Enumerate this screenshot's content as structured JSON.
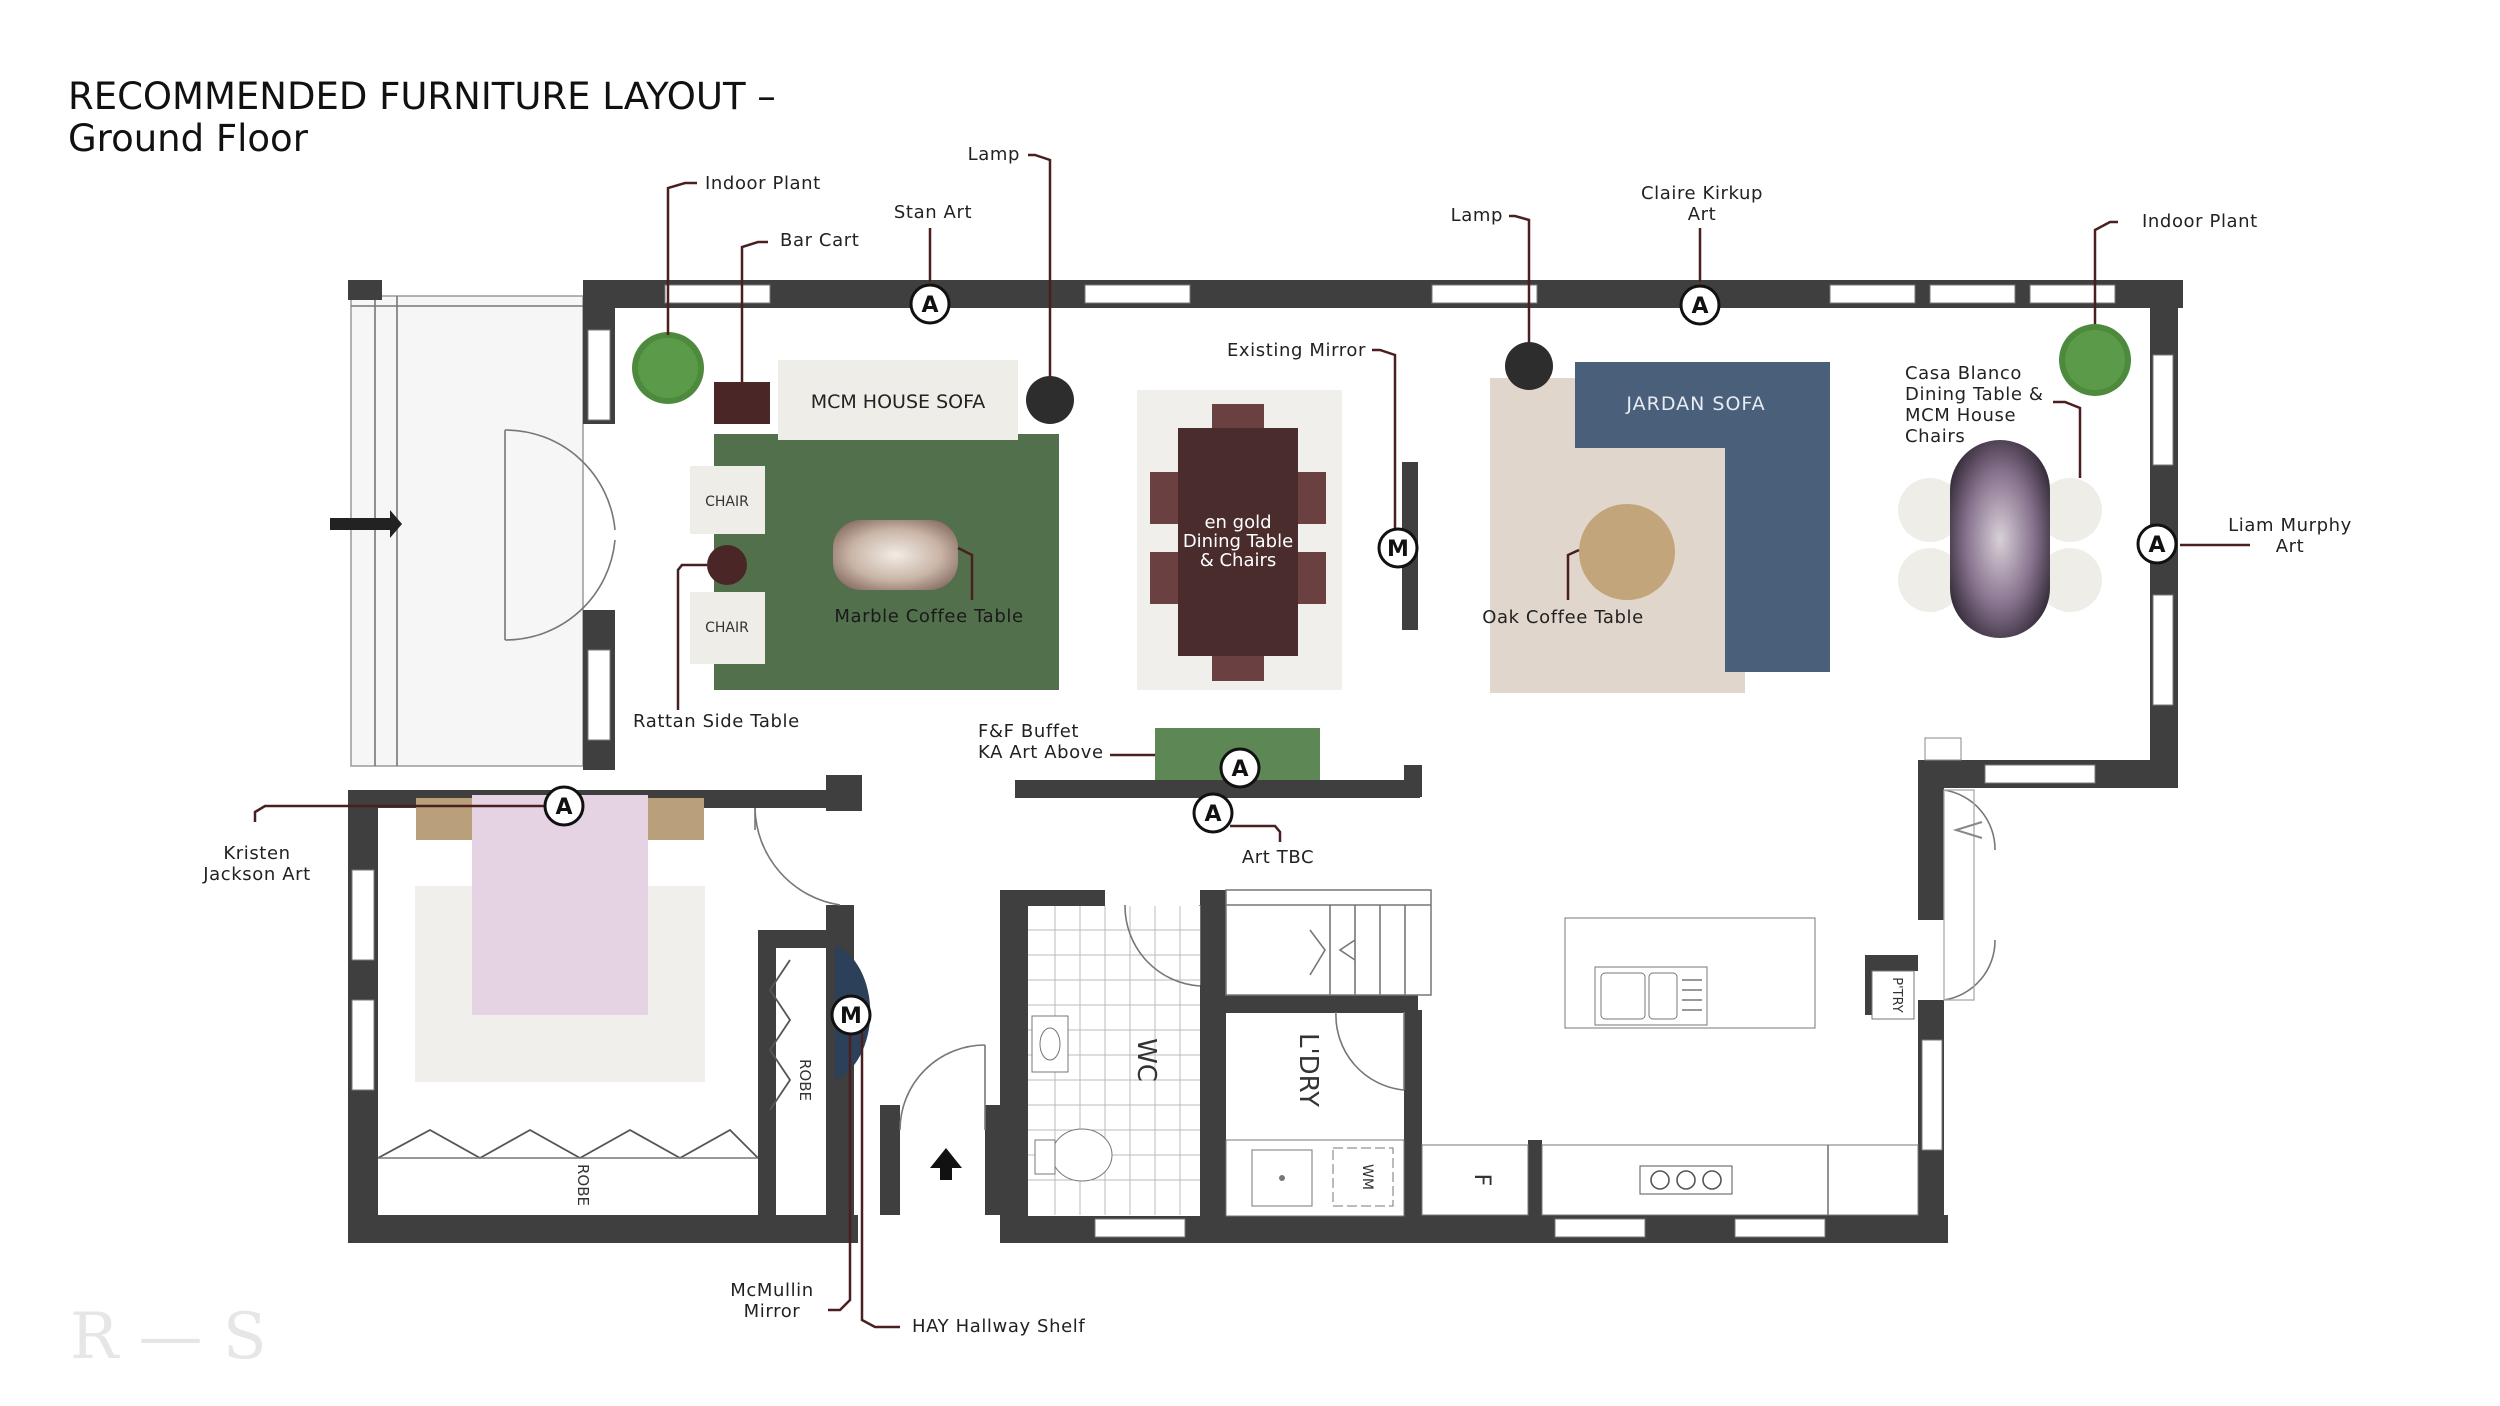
{
  "page": {
    "title_line1": "RECOMMENDED FURNITURE LAYOUT –",
    "title_line2": "Ground Floor",
    "watermark": "R — S"
  },
  "labels": {
    "indoor_plant_left": "Indoor Plant",
    "bar_cart": "Bar Cart",
    "stan_art": "Stan Art",
    "lamp_left": "Lamp",
    "lamp_right": "Lamp",
    "existing_mirror": "Existing Mirror",
    "claire_kirkup_1": "Claire Kirkup",
    "claire_kirkup_2": "Art",
    "indoor_plant_right": "Indoor Plant",
    "casa_blanco_1": "Casa Blanco",
    "casa_blanco_2": "Dining Table &",
    "casa_blanco_3": "MCM House",
    "casa_blanco_4": "Chairs",
    "liam_murphy_1": "Liam Murphy",
    "liam_murphy_2": "Art",
    "marble_coffee_table": "Marble Coffee Table",
    "rattan_side_table": "Rattan Side Table",
    "oak_coffee_table": "Oak Coffee Table",
    "ff_buffet_1": "F&F Buffet",
    "ff_buffet_2": "KA Art Above",
    "art_tbc": "Art TBC",
    "kristen_jackson_1": "Kristen",
    "kristen_jackson_2": "Jackson Art",
    "mcmullin_mirror_1": "McMullin",
    "mcmullin_mirror_2": "Mirror",
    "hay_hallway_shelf": "HAY Hallway Shelf"
  },
  "furniture": {
    "mcm_house_sofa": "MCM HOUSE SOFA",
    "chair": "CHAIR",
    "jardan_sofa": "JARDAN SOFA",
    "dining_table_1": "en gold",
    "dining_table_2": "Dining Table",
    "dining_table_3": "& Chairs"
  },
  "rooms": {
    "wc": "WC",
    "laundry": "L'DRY",
    "robe": "ROBE",
    "wm": "WM",
    "fridge": "F",
    "pantry": "P'TRY"
  },
  "markers": {
    "art": "A",
    "mirror": "M"
  },
  "colors": {
    "wall": "#3f3f3f",
    "leader": "#4a1f1f",
    "rug_green": "#51704b",
    "sofa_cream": "#efede8",
    "dining_table": "#4b2c2c",
    "dining_chair": "#6a4040",
    "jardan_sofa": "#4a5f7a",
    "rug_beige": "#e0d6cc",
    "oak_table": "#c2a57a",
    "plant_green": "#4e8a3e",
    "bar_cart": "#4b2626",
    "bed_pink": "#e5d3e4",
    "bed_side": "#b9a07a",
    "buffet_green": "#5d8855",
    "shelf_navy": "#2d4059"
  }
}
